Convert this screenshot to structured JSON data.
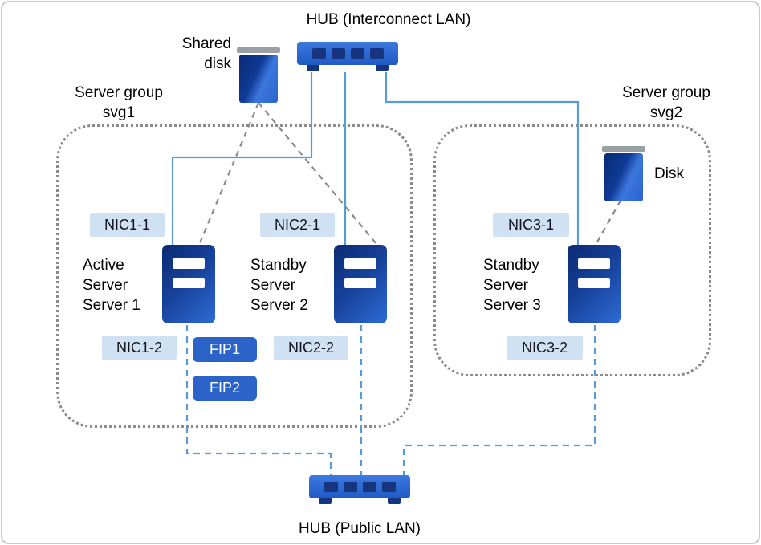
{
  "colors": {
    "accent_blue": "#2e6bd4",
    "dark_navy": "#0b2a72",
    "line_blue": "#5b9bd5",
    "line_gray": "#8a8a8a",
    "nic_badge_bg": "#cfe1f2",
    "fip_badge_bg": "#2b63c9"
  },
  "hubs": {
    "interconnect_label": "HUB (Interconnect LAN)",
    "public_label": "HUB (Public LAN)"
  },
  "shared_disk": {
    "line1": "Shared",
    "line2": "disk"
  },
  "svg2_disk_label": "Disk",
  "groups": {
    "svg1": {
      "line1": "Server group",
      "line2": "svg1"
    },
    "svg2": {
      "line1": "Server group",
      "line2": "svg2"
    }
  },
  "servers": {
    "s1": {
      "line1": "Active",
      "line2": "Server",
      "line3": "Server 1",
      "nic_top": "NIC1-1",
      "nic_bottom": "NIC1-2"
    },
    "s2": {
      "line1": "Standby",
      "line2": "Server",
      "line3": "Server 2",
      "nic_top": "NIC2-1",
      "nic_bottom": "NIC2-2"
    },
    "s3": {
      "line1": "Standby",
      "line2": "Server",
      "line3": "Server 3",
      "nic_top": "NIC3-1",
      "nic_bottom": "NIC3-2"
    }
  },
  "fips": {
    "fip1": "FIP1",
    "fip2": "FIP2"
  }
}
